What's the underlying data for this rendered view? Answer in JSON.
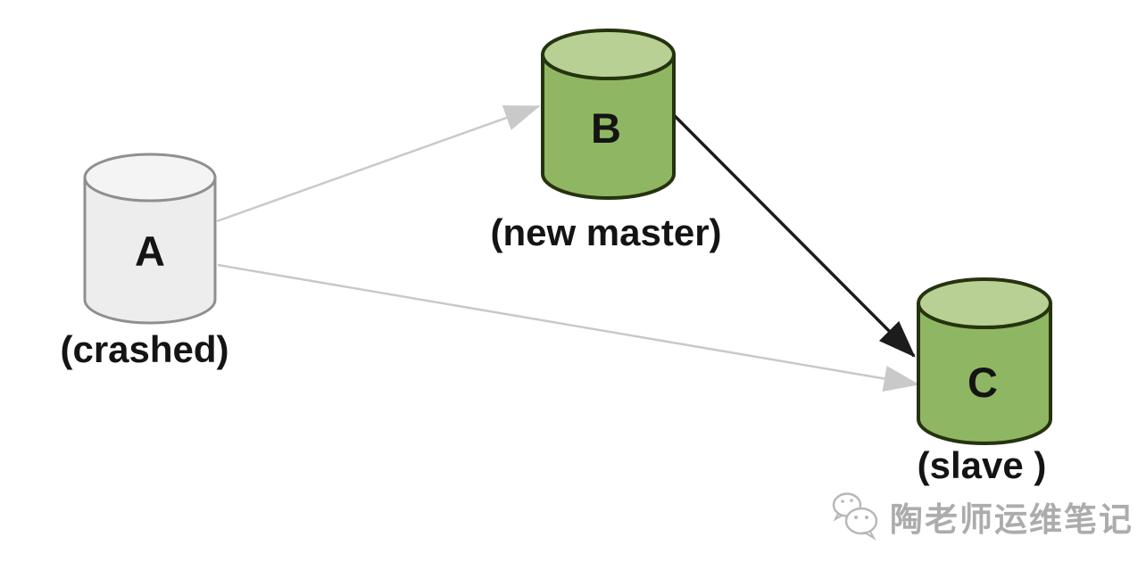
{
  "diagram": {
    "background": "#ffffff",
    "nodes": [
      {
        "id": "A",
        "label": "A",
        "caption": "(crashed)",
        "shape": "cylinder",
        "fill": "#ededed",
        "fill_top": "#f4f4f4",
        "stroke": "#8f8f8f",
        "text_color": "#141414"
      },
      {
        "id": "B",
        "label": "B",
        "caption": "(new master)",
        "shape": "cylinder",
        "fill": "#8fb763",
        "fill_top": "#b8d093",
        "stroke": "#26330f",
        "text_color": "#141414"
      },
      {
        "id": "C",
        "label": "C",
        "caption": "(slave )",
        "shape": "cylinder",
        "fill": "#8fb763",
        "fill_top": "#b8d093",
        "stroke": "#26330f",
        "text_color": "#141414"
      }
    ],
    "edges": [
      {
        "id": "a-to-b",
        "from": "A",
        "to": "B",
        "color": "#c9c9c9",
        "emphasis": "secondary"
      },
      {
        "id": "a-to-c",
        "from": "A",
        "to": "C",
        "color": "#c9c9c9",
        "emphasis": "secondary"
      },
      {
        "id": "b-to-c",
        "from": "B",
        "to": "C",
        "color": "#1c1c1c",
        "emphasis": "primary"
      }
    ]
  },
  "watermark": {
    "text": "陶老师运维笔记",
    "icon": "wechat-icon",
    "color": "#9e9e9e"
  }
}
